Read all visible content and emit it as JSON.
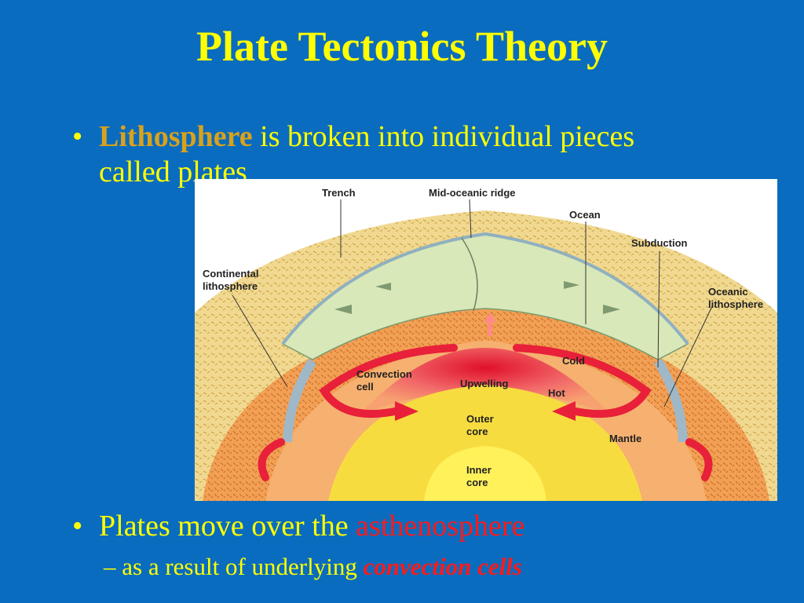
{
  "slide": {
    "title": "Plate Tectonics Theory",
    "bullet1": {
      "highlight": "Lithosphere",
      "text": " is broken into individual pieces called plates"
    },
    "bullet2": {
      "text": "Plates move over the ",
      "highlight": "asthenosphere"
    },
    "sub": {
      "text": "– as a result of underlying ",
      "highlight": "convection cells"
    }
  },
  "diagram": {
    "labels": {
      "trench": "Trench",
      "ridge": "Mid-oceanic ridge",
      "ocean": "Ocean",
      "subduction": "Subduction",
      "continental1": "Continental",
      "continental2": "lithosphere",
      "oceanic1": "Oceanic",
      "oceanic2": "lithosphere",
      "convection1": "Convection",
      "convection2": "cell",
      "cold": "Cold",
      "upwelling": "Upwelling",
      "hot": "Hot",
      "outer1": "Outer",
      "outer2": "core",
      "mantle": "Mantle",
      "inner1": "Inner",
      "inner2": "core"
    }
  }
}
